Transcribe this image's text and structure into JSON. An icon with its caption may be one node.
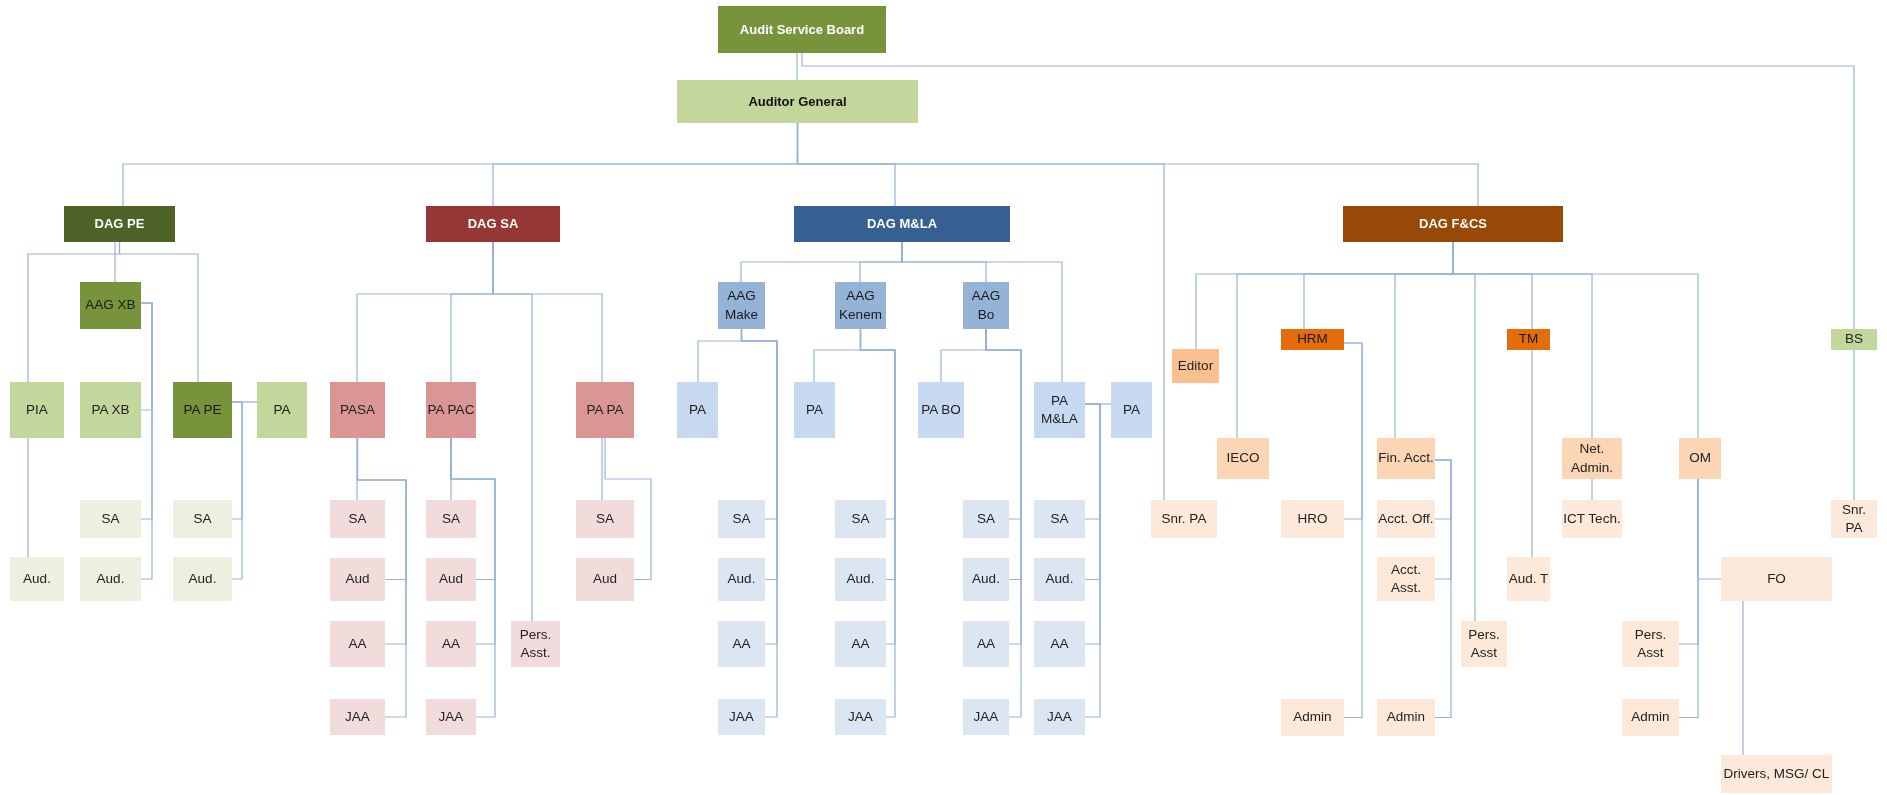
{
  "diagram": {
    "nodes": [
      {
        "text": [
          "Audit Service Board"
        ]
      },
      {
        "text": [
          "Auditor General"
        ]
      },
      {
        "text": [
          "DAG PE"
        ]
      },
      {
        "text": [
          "DAG SA"
        ]
      },
      {
        "text": [
          "DAG M&LA"
        ]
      },
      {
        "text": [
          "Snr. PA"
        ]
      },
      {
        "text": [
          "DAG F&CS"
        ]
      },
      {
        "text": [
          "BS"
        ]
      },
      {
        "text": [
          "AAG XB"
        ]
      },
      {
        "text": [
          "PIA"
        ]
      },
      {
        "text": [
          "PA XB"
        ]
      },
      {
        "text": [
          "PA PE"
        ]
      },
      {
        "text": [
          "PA"
        ]
      },
      {
        "text": [
          "SA"
        ]
      },
      {
        "text": [
          "SA"
        ]
      },
      {
        "text": [
          "Aud."
        ]
      },
      {
        "text": [
          "Aud."
        ]
      },
      {
        "text": [
          "Aud."
        ]
      },
      {
        "text": [
          "PASA"
        ]
      },
      {
        "text": [
          "PA PAC"
        ]
      },
      {
        "text": [
          "Pers. Asst."
        ]
      },
      {
        "text": [
          "PA PA"
        ]
      },
      {
        "text": [
          "SA"
        ]
      },
      {
        "text": [
          "Aud"
        ]
      },
      {
        "text": [
          "AA"
        ]
      },
      {
        "text": [
          "JAA"
        ]
      },
      {
        "text": [
          "SA"
        ]
      },
      {
        "text": [
          "Aud"
        ]
      },
      {
        "text": [
          "AA"
        ]
      },
      {
        "text": [
          "JAA"
        ]
      },
      {
        "text": [
          "SA"
        ]
      },
      {
        "text": [
          "Aud"
        ]
      },
      {
        "text": [
          "AAG Make"
        ]
      },
      {
        "text": [
          "AAG Kenem"
        ]
      },
      {
        "text": [
          "AAG Bo"
        ]
      },
      {
        "text": [
          "PA M&LA"
        ]
      },
      {
        "text": [
          "PA"
        ]
      },
      {
        "text": [
          "SA"
        ]
      },
      {
        "text": [
          "Aud."
        ]
      },
      {
        "text": [
          "AA"
        ]
      },
      {
        "text": [
          "JAA"
        ]
      },
      {
        "text": [
          "PA"
        ]
      },
      {
        "text": [
          "SA"
        ]
      },
      {
        "text": [
          "Aud."
        ]
      },
      {
        "text": [
          "AA"
        ]
      },
      {
        "text": [
          "JAA"
        ]
      },
      {
        "text": [
          "PA BO"
        ]
      },
      {
        "text": [
          "SA"
        ]
      },
      {
        "text": [
          "Aud."
        ]
      },
      {
        "text": [
          "AA"
        ]
      },
      {
        "text": [
          "JAA"
        ]
      },
      {
        "text": [
          "PA"
        ]
      },
      {
        "text": [
          "SA"
        ]
      },
      {
        "text": [
          "Aud."
        ]
      },
      {
        "text": [
          "AA"
        ]
      },
      {
        "text": [
          "JAA"
        ]
      },
      {
        "text": [
          "Editor"
        ]
      },
      {
        "text": [
          "IECO"
        ]
      },
      {
        "text": [
          "HRM"
        ]
      },
      {
        "text": [
          "Fin. Acct."
        ]
      },
      {
        "text": [
          "Pers. Asst"
        ]
      },
      {
        "text": [
          "TM"
        ]
      },
      {
        "text": [
          "Net. Admin."
        ]
      },
      {
        "text": [
          "OM"
        ]
      },
      {
        "text": [
          "HRO"
        ]
      },
      {
        "text": [
          "Admin"
        ]
      },
      {
        "text": [
          "Acct. Off."
        ]
      },
      {
        "text": [
          "Acct. Asst."
        ]
      },
      {
        "text": [
          "Admin"
        ]
      },
      {
        "text": [
          "Aud. T"
        ]
      },
      {
        "text": [
          "ICT Tech."
        ]
      },
      {
        "text": [
          "FO"
        ]
      },
      {
        "text": [
          "Pers. Asst"
        ]
      },
      {
        "text": [
          "Admin"
        ]
      },
      {
        "text": [
          "Drivers, MSG/ CL"
        ]
      },
      {
        "text": [
          "Snr. PA"
        ]
      }
    ],
    "edges": [
      {
        "from": 0,
        "to": 1,
        "arrow": "none"
      },
      {
        "from": 0,
        "to": 7,
        "arrow": "none"
      },
      {
        "from": 1,
        "to": 2,
        "arrow": "none"
      },
      {
        "from": 1,
        "to": 3,
        "arrow": "none"
      },
      {
        "from": 1,
        "to": 4,
        "arrow": "none"
      },
      {
        "from": 1,
        "to": 5,
        "arrow": "none"
      },
      {
        "from": 1,
        "to": 6,
        "arrow": "none"
      },
      {
        "from": 2,
        "to": 8,
        "arrow": "none"
      },
      {
        "from": 2,
        "to": 9,
        "arrow": "none"
      },
      {
        "from": 2,
        "to": 11,
        "arrow": "none"
      },
      {
        "from": 8,
        "to": 10,
        "arrow": "none"
      },
      {
        "from": 8,
        "to": 13,
        "arrow": "none"
      },
      {
        "from": 8,
        "to": 16,
        "arrow": "none"
      },
      {
        "from": 9,
        "to": 15,
        "arrow": "none"
      },
      {
        "from": 11,
        "to": 12,
        "arrow": "none"
      },
      {
        "from": 11,
        "to": 14,
        "arrow": "none"
      },
      {
        "from": 11,
        "to": 17,
        "arrow": "none"
      },
      {
        "from": 3,
        "to": 18,
        "arrow": "none"
      },
      {
        "from": 3,
        "to": 19,
        "arrow": "none"
      },
      {
        "from": 3,
        "to": 20,
        "arrow": "none"
      },
      {
        "from": 3,
        "to": 21,
        "arrow": "none"
      },
      {
        "from": 18,
        "to": 22,
        "arrow": "none"
      },
      {
        "from": 18,
        "to": 23,
        "arrow": "none"
      },
      {
        "from": 18,
        "to": 24,
        "arrow": "none"
      },
      {
        "from": 18,
        "to": 25,
        "arrow": "none"
      },
      {
        "from": 19,
        "to": 26,
        "arrow": "none"
      },
      {
        "from": 19,
        "to": 27,
        "arrow": "none"
      },
      {
        "from": 19,
        "to": 28,
        "arrow": "none"
      },
      {
        "from": 19,
        "to": 29,
        "arrow": "none"
      },
      {
        "from": 21,
        "to": 30,
        "arrow": "none"
      },
      {
        "from": 21,
        "to": 31,
        "arrow": "none"
      },
      {
        "from": 4,
        "to": 32,
        "arrow": "none"
      },
      {
        "from": 4,
        "to": 33,
        "arrow": "none"
      },
      {
        "from": 4,
        "to": 34,
        "arrow": "none"
      },
      {
        "from": 4,
        "to": 35,
        "arrow": "none"
      },
      {
        "from": 32,
        "to": 36,
        "arrow": "none"
      },
      {
        "from": 32,
        "to": 37,
        "arrow": "none"
      },
      {
        "from": 32,
        "to": 38,
        "arrow": "none"
      },
      {
        "from": 32,
        "to": 39,
        "arrow": "none"
      },
      {
        "from": 32,
        "to": 40,
        "arrow": "none"
      },
      {
        "from": 33,
        "to": 41,
        "arrow": "none"
      },
      {
        "from": 33,
        "to": 42,
        "arrow": "none"
      },
      {
        "from": 33,
        "to": 43,
        "arrow": "none"
      },
      {
        "from": 33,
        "to": 44,
        "arrow": "none"
      },
      {
        "from": 33,
        "to": 45,
        "arrow": "none"
      },
      {
        "from": 34,
        "to": 46,
        "arrow": "none"
      },
      {
        "from": 34,
        "to": 47,
        "arrow": "none"
      },
      {
        "from": 34,
        "to": 48,
        "arrow": "none"
      },
      {
        "from": 34,
        "to": 49,
        "arrow": "none"
      },
      {
        "from": 34,
        "to": 50,
        "arrow": "none"
      },
      {
        "from": 35,
        "to": 51,
        "arrow": "none"
      },
      {
        "from": 35,
        "to": 52,
        "arrow": "none"
      },
      {
        "from": 35,
        "to": 53,
        "arrow": "none"
      },
      {
        "from": 35,
        "to": 54,
        "arrow": "none"
      },
      {
        "from": 35,
        "to": 55,
        "arrow": "none"
      },
      {
        "from": 6,
        "to": 56,
        "arrow": "none"
      },
      {
        "from": 6,
        "to": 57,
        "arrow": "none"
      },
      {
        "from": 6,
        "to": 58,
        "arrow": "none"
      },
      {
        "from": 6,
        "to": 59,
        "arrow": "none"
      },
      {
        "from": 6,
        "to": 60,
        "arrow": "none"
      },
      {
        "from": 6,
        "to": 61,
        "arrow": "none"
      },
      {
        "from": 6,
        "to": 62,
        "arrow": "none"
      },
      {
        "from": 6,
        "to": 63,
        "arrow": "none"
      },
      {
        "from": 58,
        "to": 64,
        "arrow": "none"
      },
      {
        "from": 58,
        "to": 65,
        "arrow": "none"
      },
      {
        "from": 59,
        "to": 66,
        "arrow": "none"
      },
      {
        "from": 59,
        "to": 67,
        "arrow": "none"
      },
      {
        "from": 59,
        "to": 68,
        "arrow": "none"
      },
      {
        "from": 61,
        "to": 69,
        "arrow": "none"
      },
      {
        "from": 62,
        "to": 70,
        "arrow": "none"
      },
      {
        "from": 63,
        "to": 71,
        "arrow": "none"
      },
      {
        "from": 63,
        "to": 72,
        "arrow": "none"
      },
      {
        "from": 63,
        "to": 73,
        "arrow": "none"
      },
      {
        "from": 71,
        "to": 74,
        "arrow": "none"
      },
      {
        "from": 7,
        "to": 75,
        "arrow": "none"
      }
    ]
  }
}
